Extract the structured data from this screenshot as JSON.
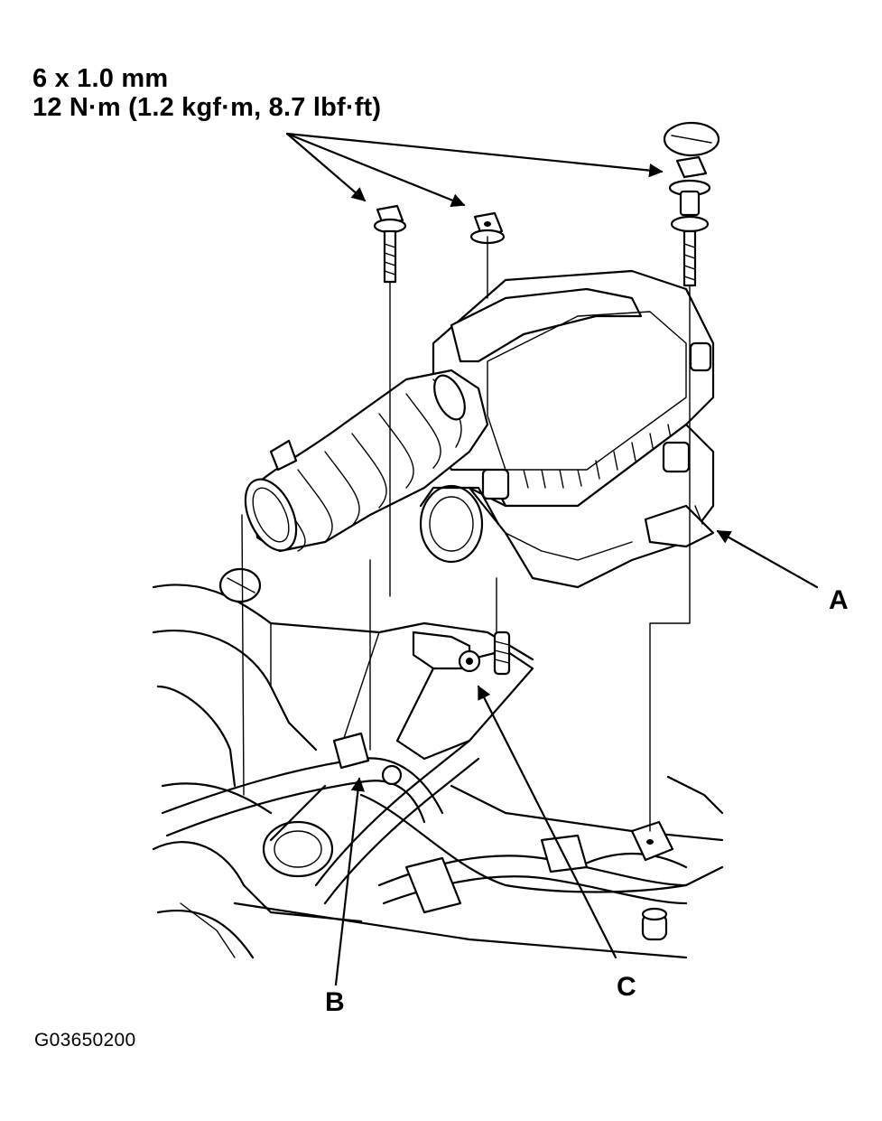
{
  "spec": {
    "bolt_size": "6 x 1.0 mm",
    "torque": "12 N·m (1.2 kgf·m, 8.7 lbf·ft)"
  },
  "callouts": {
    "a": "A",
    "b": "B",
    "c": "C"
  },
  "figure_code": "G03650200"
}
